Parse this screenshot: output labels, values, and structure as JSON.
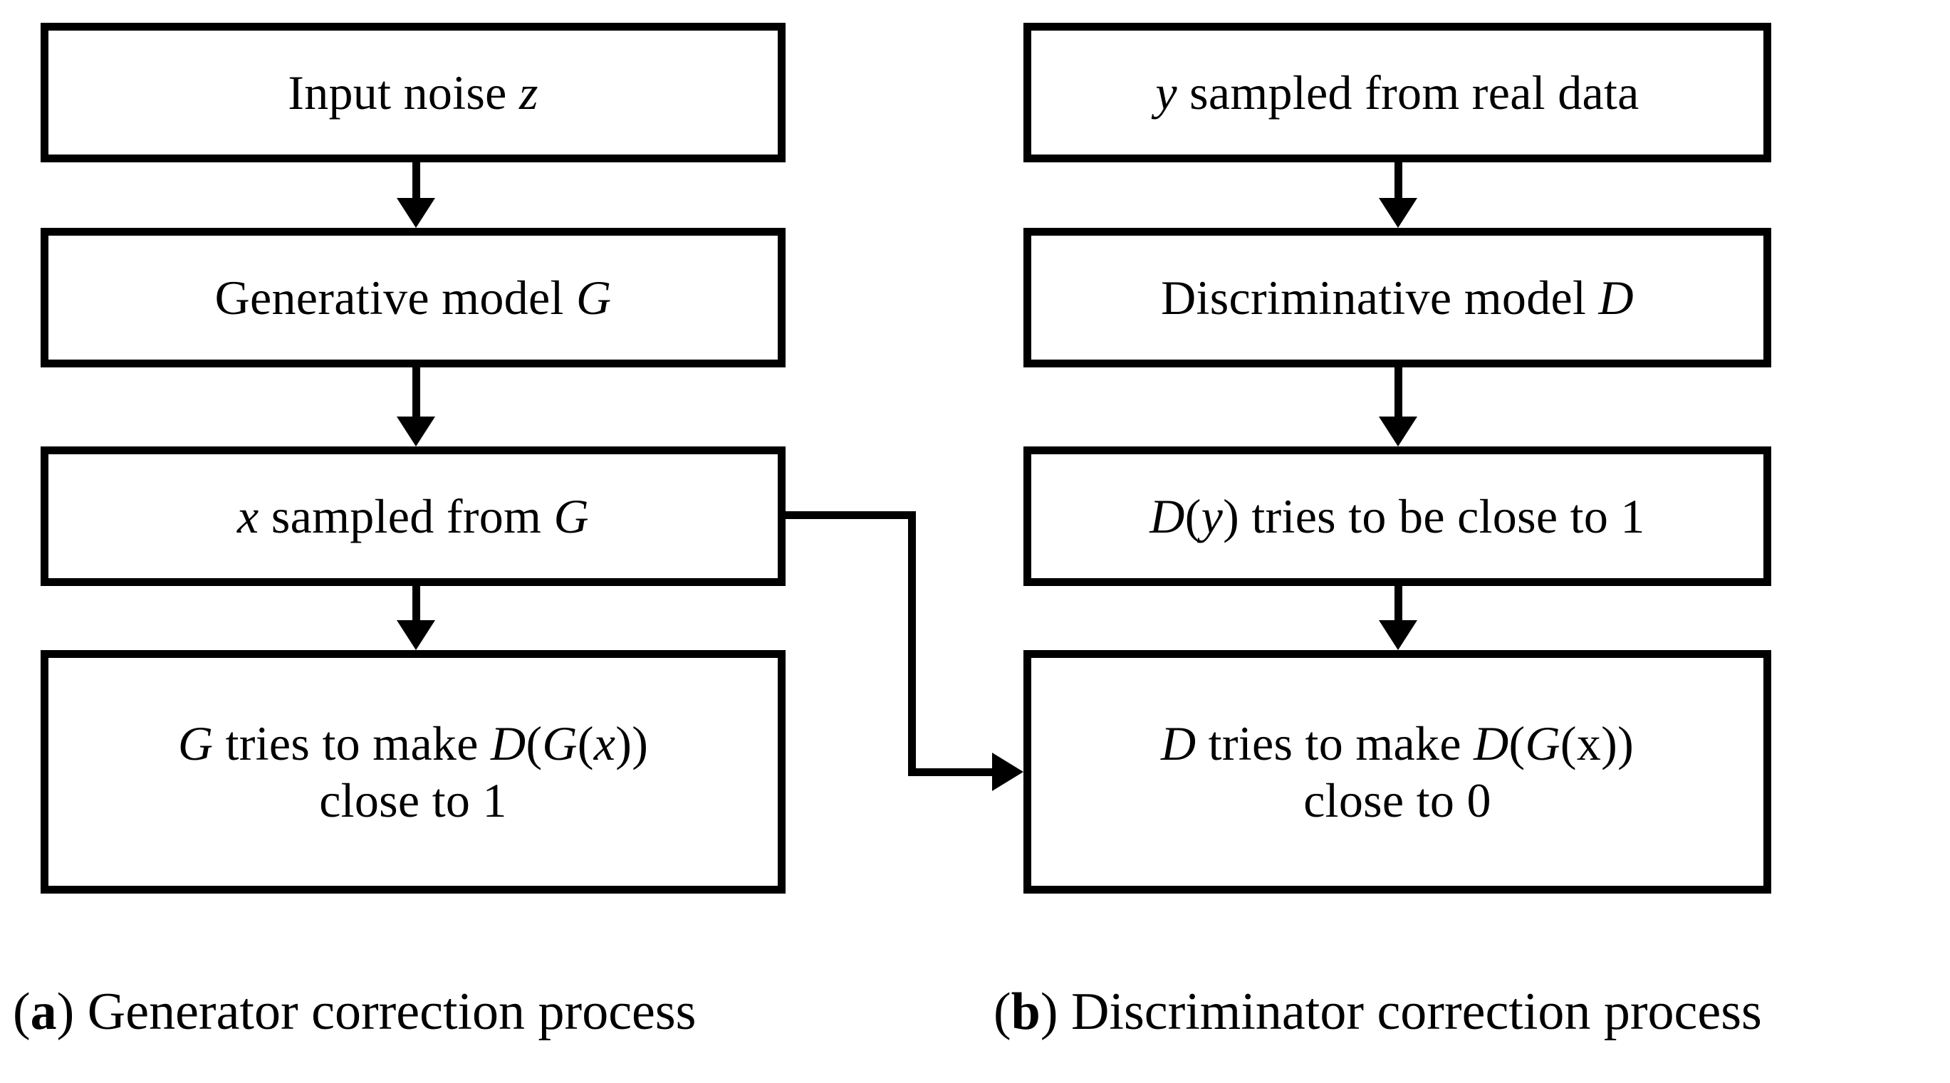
{
  "figure": {
    "type": "flowchart",
    "background_color": "#ffffff",
    "stroke_color": "#000000",
    "panels": [
      {
        "id": "a",
        "caption_marker": "a",
        "caption_text": ") Generator correction process",
        "boxes": [
          {
            "id": "input-noise",
            "text": "Input noise z",
            "italic_tokens": [
              "z"
            ]
          },
          {
            "id": "generative-model",
            "text": "Generative model G",
            "italic_tokens": [
              "G"
            ]
          },
          {
            "id": "x-sampled",
            "text": "x sampled from G",
            "italic_tokens": [
              "x",
              "G"
            ]
          },
          {
            "id": "g-objective",
            "text": "G tries to make D(G(x))\nclose to 1",
            "italic_tokens": [
              "G",
              "D",
              "G",
              "x"
            ]
          }
        ]
      },
      {
        "id": "b",
        "caption_marker": "b",
        "caption_text": ") Discriminator correction process",
        "boxes": [
          {
            "id": "y-sampled",
            "text": "y sampled from real data",
            "italic_tokens": [
              "y"
            ]
          },
          {
            "id": "discriminative-model",
            "text": "Discriminative model D",
            "italic_tokens": [
              "D"
            ]
          },
          {
            "id": "dy-close-1",
            "text": "D(y) tries to be close to 1",
            "italic_tokens": [
              "D",
              "y"
            ]
          },
          {
            "id": "d-objective",
            "text": "D tries to make D(G(x))\nclose to 0",
            "italic_tokens": [
              "D",
              "D",
              "G"
            ]
          }
        ]
      }
    ],
    "connectors": [
      {
        "id": "a-arrow-1",
        "from": "input-noise",
        "to": "generative-model",
        "kind": "down-arrow"
      },
      {
        "id": "a-arrow-2",
        "from": "generative-model",
        "to": "x-sampled",
        "kind": "down-arrow"
      },
      {
        "id": "a-arrow-3",
        "from": "x-sampled",
        "to": "g-objective",
        "kind": "down-arrow"
      },
      {
        "id": "b-arrow-1",
        "from": "y-sampled",
        "to": "discriminative-model",
        "kind": "down-arrow"
      },
      {
        "id": "b-arrow-2",
        "from": "discriminative-model",
        "to": "dy-close-1",
        "kind": "down-arrow"
      },
      {
        "id": "b-arrow-3",
        "from": "dy-close-1",
        "to": "d-objective",
        "kind": "down-arrow"
      },
      {
        "id": "cross-arrow",
        "from": "x-sampled",
        "to": "d-objective",
        "kind": "elbow-right-arrow"
      }
    ]
  },
  "labels": {
    "a_input_noise": "Input noise ",
    "a_input_noise_var": "z",
    "a_generative_model": "Generative model ",
    "a_generative_model_var": "G",
    "a_x_sampled_var": "x",
    "a_x_sampled": " sampled from ",
    "a_x_sampled_var2": "G",
    "a_g_obj_var1": "G",
    "a_g_obj_mid": " tries to make ",
    "a_g_obj_var2": "D",
    "a_g_obj_p1": "(",
    "a_g_obj_var3": "G",
    "a_g_obj_p2": "(",
    "a_g_obj_var4": "x",
    "a_g_obj_p3": "))",
    "a_g_obj_line2": "close to 1",
    "b_y_sampled_var": "y",
    "b_y_sampled": " sampled from real data",
    "b_discriminative_model": "Discriminative model ",
    "b_discriminative_model_var": "D",
    "b_dy_var1": "D",
    "b_dy_p1": "(",
    "b_dy_var2": "y",
    "b_dy_rest": ") tries to be close to 1",
    "b_d_obj_var1": "D",
    "b_d_obj_mid": " tries to make ",
    "b_d_obj_var2": "D",
    "b_d_obj_p1": "(",
    "b_d_obj_var3": "G",
    "b_d_obj_p2": "(x))",
    "b_d_obj_line2": "close to 0",
    "caption_a_open": "(",
    "caption_a_marker": "a",
    "caption_a_rest": ") Generator correction process",
    "caption_b_open": "(",
    "caption_b_marker": "b",
    "caption_b_rest": ") Discriminator correction process"
  }
}
